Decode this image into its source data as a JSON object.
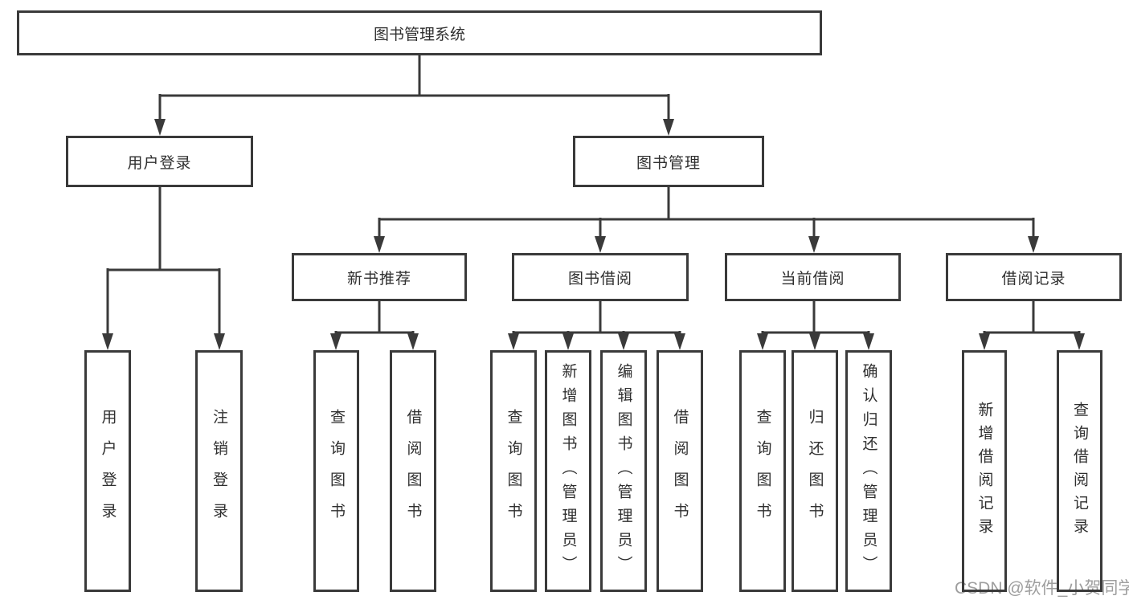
{
  "diagram": {
    "root": {
      "label": "图书管理系统"
    },
    "branches": [
      {
        "label": "用户登录",
        "children": [
          "用户登录",
          "注销登录"
        ]
      },
      {
        "label": "图书管理",
        "groups": [
          {
            "label": "新书推荐",
            "children": [
              "查询图书",
              "借阅图书"
            ]
          },
          {
            "label": "图书借阅",
            "children": [
              "查询图书",
              "新增图书（管理员）",
              "编辑图书（管理员）",
              "借阅图书"
            ]
          },
          {
            "label": "当前借阅",
            "children": [
              "查询图书",
              "归还图书",
              "确认归还（管理员）"
            ]
          },
          {
            "label": "借阅记录",
            "children": [
              "新增借阅记录",
              "查询借阅记录"
            ]
          }
        ]
      }
    ]
  },
  "watermark": "CSDN @软件_小贺同学",
  "colors": {
    "line": "#3a3a3a",
    "text": "#2f2f2f",
    "watermark": "#9e9e9e"
  }
}
